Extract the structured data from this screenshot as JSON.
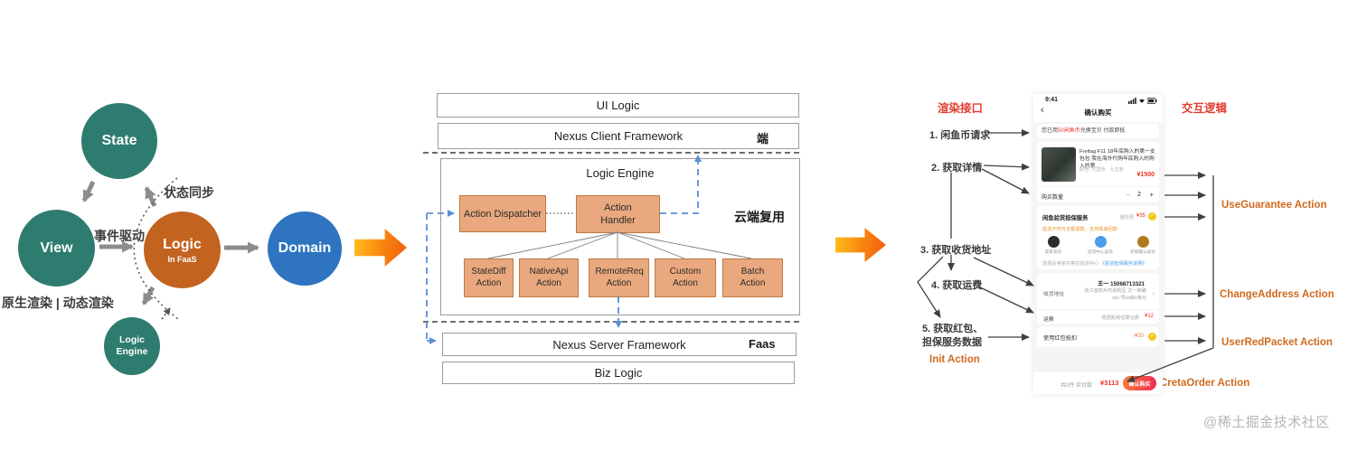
{
  "left": {
    "nodes": {
      "state": "State",
      "view": "View",
      "logic": "Logic",
      "logic_sub": "In FaaS",
      "domain": "Domain",
      "engine": "Logic Engine"
    },
    "labels": {
      "state_sync": "状态同步",
      "event_driven": "事件驱动",
      "render_modes": "原生渲染 | 动态渲染"
    },
    "colors": {
      "teal": "#2e7c6f",
      "orange": "#c2631f",
      "blue": "#2e74c0",
      "arrow_gradient": [
        "#ffc11e",
        "#f35b0e"
      ]
    }
  },
  "middle": {
    "ui_logic": "UI Logic",
    "client_framework": "Nexus Client Framework",
    "client_tag": "端",
    "logic_engine_title": "Logic Engine",
    "dispatcher": "Action Dispatcher",
    "handler": "Action Handler",
    "cloud_reuse": "云端复用",
    "actions": [
      "StateDiff Action",
      "NativeApi Action",
      "RemoteReq Action",
      "Custom Action",
      "Batch Action"
    ],
    "server_framework": "Nexus Server Framework",
    "server_tag": "Faas",
    "biz_logic": "Biz Logic",
    "colors": {
      "action_fill": "#e9a87d",
      "action_border": "#bf7a42",
      "blue_dash": "#5b8ed6"
    }
  },
  "right": {
    "left_title": "渲染接口",
    "right_title": "交互逻辑",
    "steps": [
      "1. 闲鱼币请求",
      "2. 获取详情",
      "3. 获取收货地址",
      "4. 获取运费",
      "5. 获取红包、\n担保服务数据"
    ],
    "init_action": "Init Action",
    "actions": [
      "UseGuarantee Action",
      "ChangeAddress Action",
      "UserRedPacket Action",
      "CretaOrder Action"
    ],
    "colors": {
      "title_red": "#e23c30",
      "action_orange": "#d06a1f"
    }
  },
  "phone": {
    "status_time": "9:41",
    "nav_back": "‹",
    "nav_title": "确认购买",
    "notice_prefix": "您已用",
    "notice_highlight": "50闲鱼币",
    "notice_suffix": "兑换宝贝 付款即抵",
    "product": {
      "title": "Freitag F11 18年底购入的第一支包包 我在海外代购年底购入的购入的第…",
      "tags": "颜色: 天蓝色 · 九五新",
      "price": "¥1500"
    },
    "quantity": {
      "label": "购买数量",
      "minus": "−",
      "value": "2",
      "plus": "+"
    },
    "guarantee": {
      "title": "闲鱼验货担保服务",
      "fee_label": "服务费",
      "fee": "¥35",
      "check": "✓",
      "desc": "验货不符可全额退款，支持极速回款",
      "steps": [
        "卖家发货",
        "验货中心验货",
        "买家确认收货"
      ],
      "note": "选择后卖家先寄往验货中心 ",
      "link": "《验货担保服务说明》"
    },
    "address": {
      "name_phone": "王一 15068713321",
      "label": "收货地址",
      "detail": "浙江省杭州市余杭区 文一西路xxx 号xx栋x单元",
      "chevron": "›"
    },
    "shipping": {
      "label": "运费",
      "note": "根据距离估算运费",
      "fee": "¥12"
    },
    "redpacket": {
      "label": "使用红包抵扣",
      "amount": "-¥20",
      "check": "✓"
    },
    "footer": {
      "count": "共2件 实付款",
      "total": "¥3113",
      "buy_button": "确认购买"
    },
    "colors": {
      "price_red": "#ef3124",
      "button_gradient": [
        "#fa7a3c",
        "#ee2c52"
      ],
      "check_yellow": "#f6c51d"
    }
  },
  "watermark": "@稀土掘金技术社区"
}
